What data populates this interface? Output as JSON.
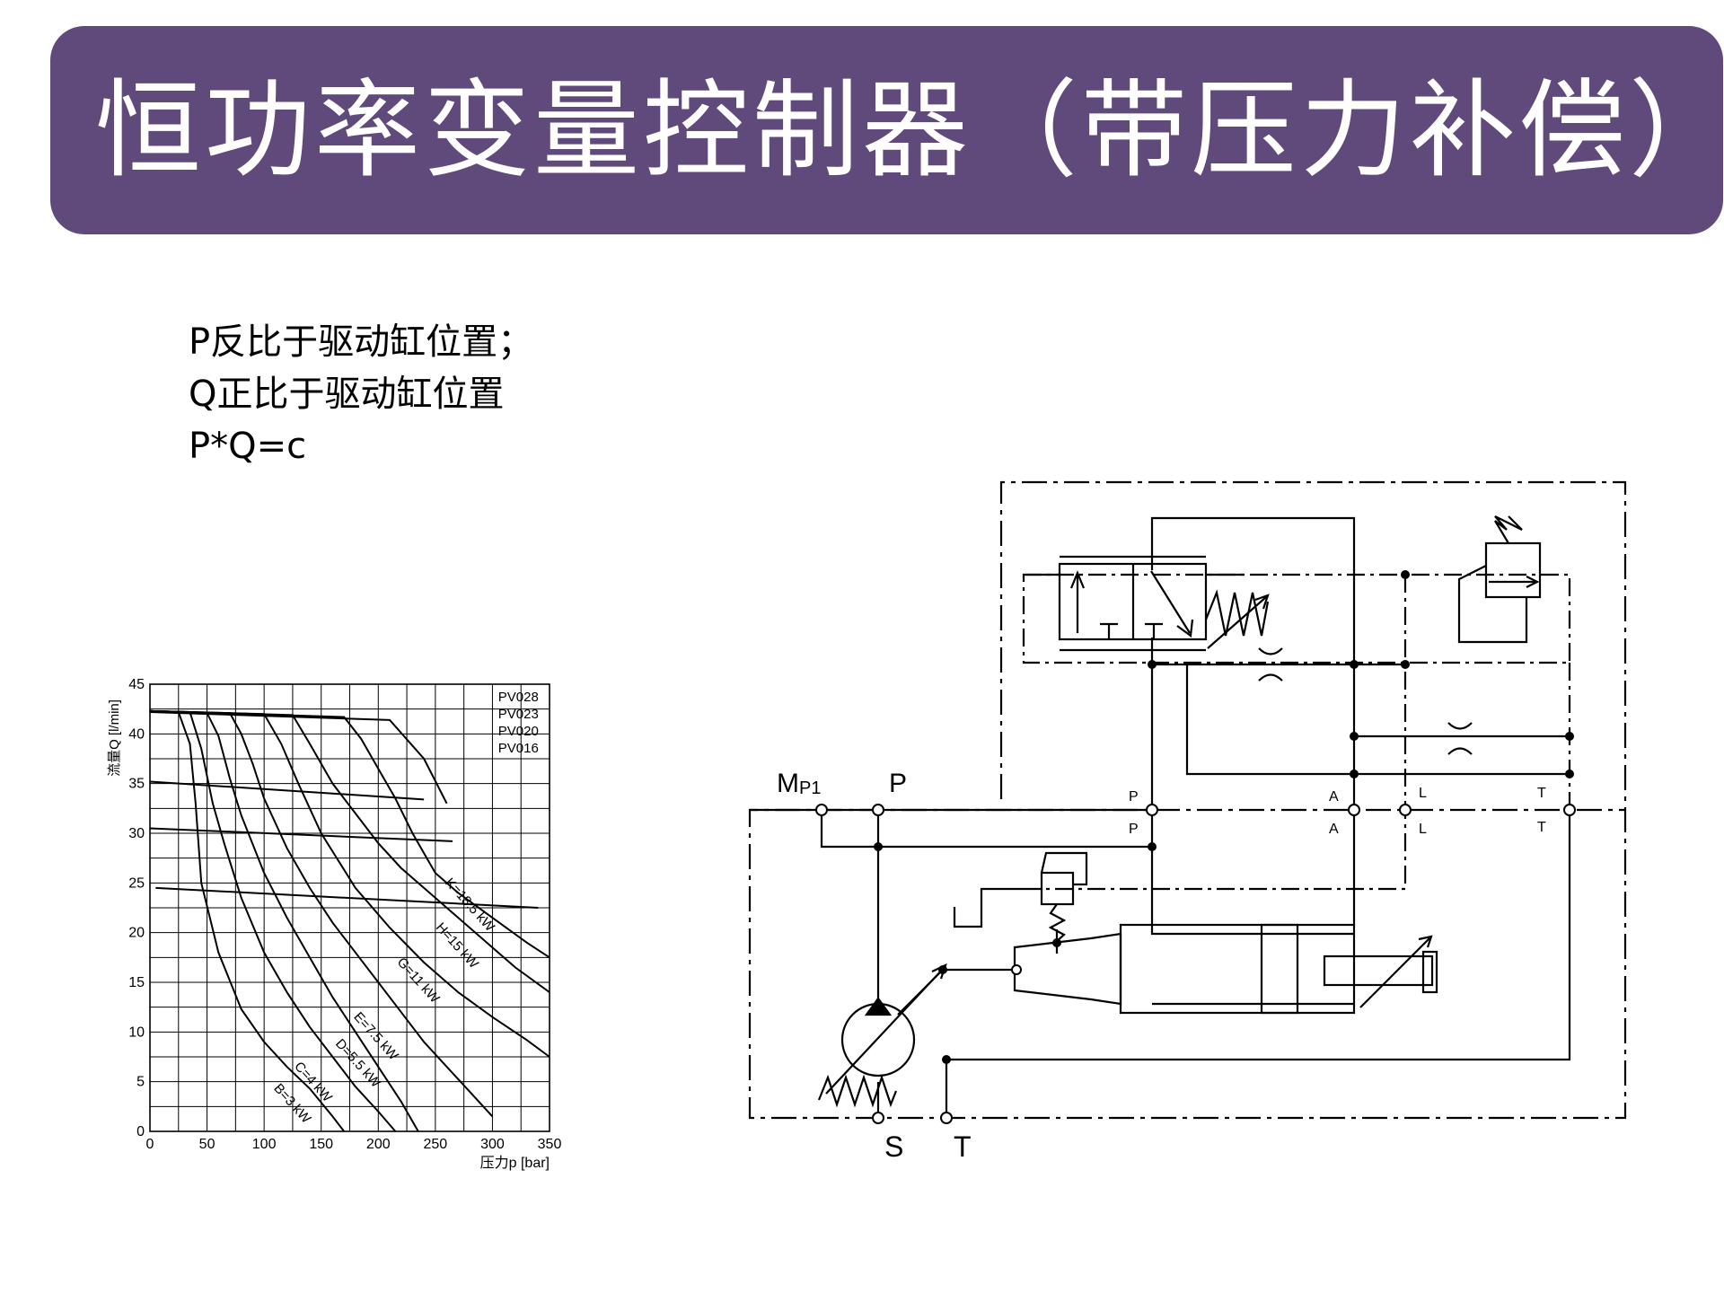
{
  "title": "恒功率变量控制器（带压力补偿）",
  "formula_lines": [
    "P反比于驱动缸位置；",
    "Q正比于驱动缸位置",
    "P*Q=c"
  ],
  "colors": {
    "banner": "#604a7b",
    "title_text": "#ffffff"
  },
  "chart_data": {
    "type": "line",
    "xlabel": "压力p [bar]",
    "ylabel": "流量Q [l/min]",
    "xlim": [
      0,
      350
    ],
    "ylim": [
      0,
      45
    ],
    "xticks": [
      0,
      50,
      100,
      150,
      200,
      250,
      300,
      350
    ],
    "yticks": [
      0,
      5,
      10,
      15,
      20,
      25,
      30,
      35,
      40,
      45
    ],
    "grid": true,
    "legend_position": "top-right",
    "legend": [
      "PV028",
      "PV023",
      "PV020",
      "PV016"
    ],
    "max_flow_lines": [
      {
        "name": "PV028",
        "x": [
          0,
          210,
          240,
          260
        ],
        "y": [
          42.2,
          41.4,
          37.5,
          33
        ]
      },
      {
        "name": "PV023",
        "x": [
          0,
          240
        ],
        "y": [
          35.2,
          33.4
        ]
      },
      {
        "name": "PV020",
        "x": [
          0,
          265
        ],
        "y": [
          30.5,
          29.2
        ]
      },
      {
        "name": "PV016",
        "x": [
          5,
          340
        ],
        "y": [
          24.5,
          22.5
        ]
      }
    ],
    "series": [
      {
        "name": "B=3 kW",
        "x": [
          0,
          25,
          35,
          40,
          45,
          60,
          80,
          100,
          120,
          140,
          160,
          170
        ],
        "y": [
          42.3,
          42.2,
          39,
          33,
          25,
          18,
          12.3,
          9,
          6.5,
          4.3,
          1.5,
          0
        ]
      },
      {
        "name": "C=4 kW",
        "x": [
          0,
          35,
          45,
          55,
          65,
          80,
          100,
          120,
          140,
          160,
          180,
          200,
          215
        ],
        "y": [
          42.3,
          42.2,
          38.5,
          33,
          29,
          23.5,
          18,
          14,
          10.5,
          7.5,
          4.5,
          2,
          0
        ]
      },
      {
        "name": "D=5.5 kW",
        "x": [
          0,
          50,
          60,
          70,
          80,
          100,
          120,
          140,
          160,
          180,
          200,
          220,
          235
        ],
        "y": [
          42.3,
          42.1,
          39.8,
          35.5,
          31.8,
          26,
          21.5,
          17.5,
          13.5,
          10,
          6.5,
          3,
          0
        ]
      },
      {
        "name": "E=7.5 kW",
        "x": [
          0,
          70,
          80,
          90,
          100,
          120,
          140,
          160,
          180,
          200,
          220,
          240,
          260,
          280,
          300
        ],
        "y": [
          42.3,
          42.1,
          40,
          37,
          33.5,
          28.5,
          24.5,
          21,
          18,
          15,
          12,
          9,
          6.5,
          4,
          1.5
        ]
      },
      {
        "name": "G=11 kW",
        "x": [
          0,
          100,
          115,
          130,
          150,
          180,
          210,
          240,
          270,
          300,
          330,
          350
        ],
        "y": [
          42.3,
          42,
          39,
          35,
          30,
          24.5,
          20.5,
          17,
          14,
          11.5,
          9.2,
          7.5
        ]
      },
      {
        "name": "H=15 kW",
        "x": [
          0,
          125,
          140,
          160,
          180,
          200,
          220,
          240,
          260,
          280,
          300,
          320,
          350
        ],
        "y": [
          42.3,
          41.9,
          39,
          35,
          32,
          29,
          26.5,
          24.5,
          22.5,
          20.5,
          18.5,
          16.5,
          14
        ]
      },
      {
        "name": "K=18.5 kW",
        "x": [
          0,
          170,
          185,
          200,
          215,
          230,
          245,
          250,
          270,
          300,
          330,
          350
        ],
        "y": [
          42.3,
          41.7,
          39.5,
          36.5,
          33.5,
          30,
          27,
          26,
          24,
          21.5,
          19,
          17.5
        ]
      }
    ]
  },
  "diagram": {
    "ports_main": [
      "MP1",
      "P",
      "S",
      "T"
    ],
    "ports_small": [
      "P",
      "P",
      "A",
      "A",
      "L",
      "L",
      "T",
      "T"
    ]
  }
}
